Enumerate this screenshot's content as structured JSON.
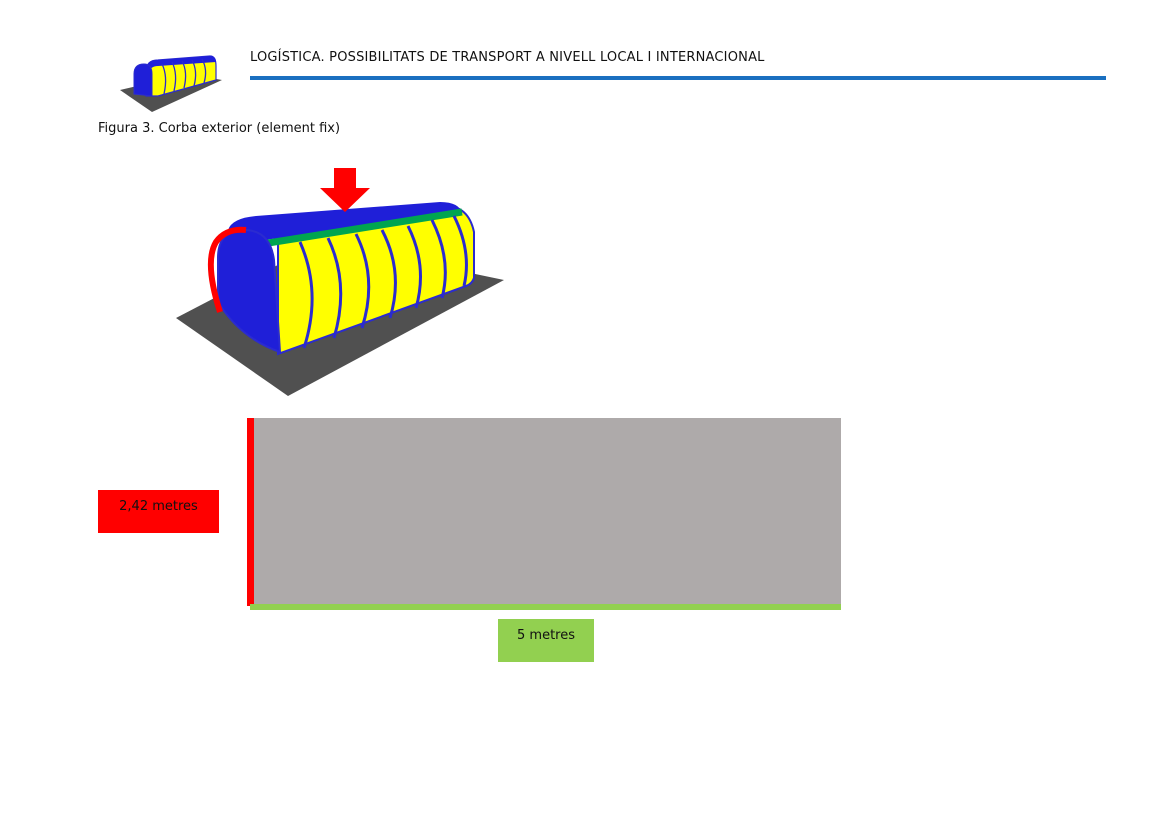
{
  "header": {
    "title": "LOGÍSTICA. POSSIBILITATS DE TRANSPORT A NIVELL LOCAL I INTERNACIONAL",
    "rule_color": "#1a6fc0"
  },
  "logo": {
    "icon": "tunnel-logo-icon"
  },
  "figure": {
    "caption": "Figura 3. Corba exterior (element fix)",
    "illustration_icon": "tunnel-structure-illustration",
    "arrow_icon": "down-arrow-icon"
  },
  "dimensions": {
    "height_label": "2,42 metres",
    "width_label": "5 metres",
    "height_color": "#ff0000",
    "width_color": "#92d050",
    "panel_color": "#aeaaaa"
  },
  "colors": {
    "tunnel_body": "#ffff00",
    "tunnel_ribs": "#2b2bd0",
    "tunnel_roof": "#1f1fd8",
    "ridge": "#00a550",
    "ground": "#505050",
    "arrow": "#ff0000"
  }
}
